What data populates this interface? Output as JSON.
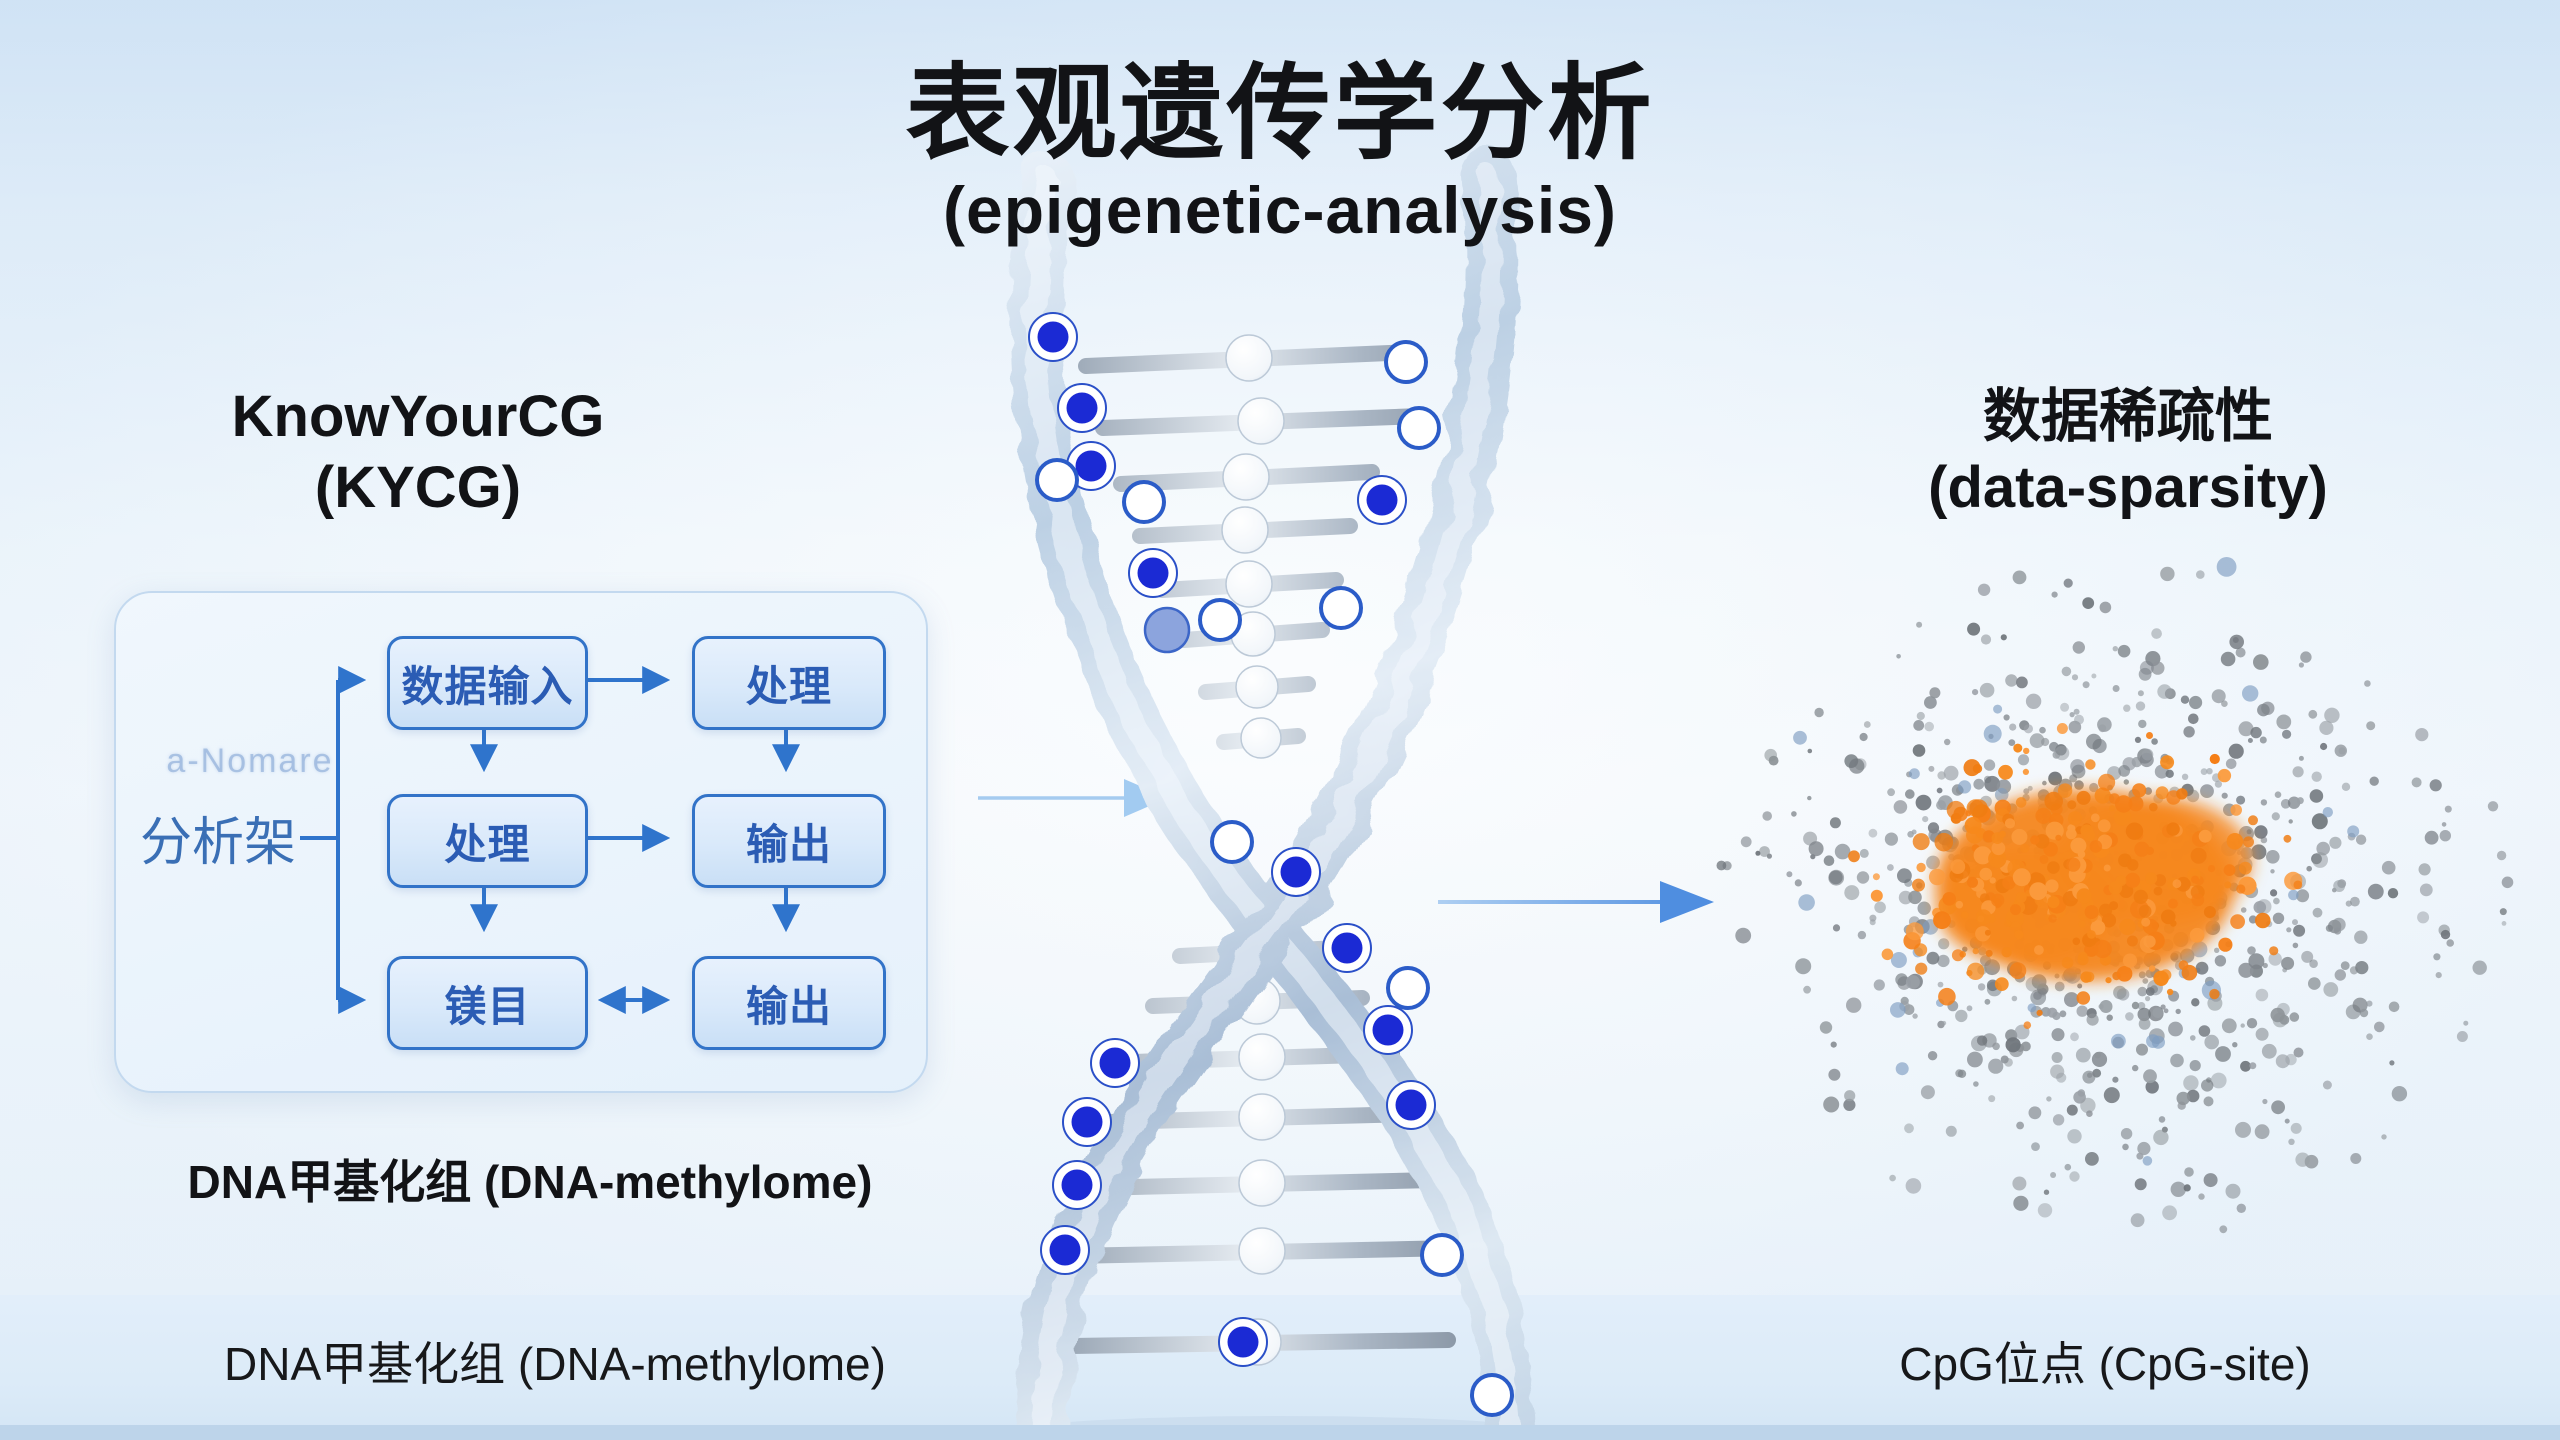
{
  "title": {
    "main": "表观遗传学分析",
    "sub": "(epigenetic-analysis)"
  },
  "left_section": {
    "heading": {
      "line1": "KnowYourCG",
      "line2": "(KYCG)"
    },
    "flowchart": {
      "watermark": "a-Nomare",
      "side_label": "分析架",
      "boxes": [
        {
          "id": "data-input",
          "label": "数据输入"
        },
        {
          "id": "process-top",
          "label": "处理"
        },
        {
          "id": "process-mid",
          "label": "处理"
        },
        {
          "id": "output-mid",
          "label": "输出"
        },
        {
          "id": "project",
          "label": "镁目"
        },
        {
          "id": "output-bottom",
          "label": "输出"
        }
      ]
    },
    "caption": "DNA甲基化组 (DNA-methylome)"
  },
  "center_section": {
    "illustration": "dna-double-helix"
  },
  "right_section": {
    "heading": {
      "line1": "数据稀疏性",
      "line2": "(data-sparsity)"
    }
  },
  "bottom_bar": {
    "left_label": "DNA甲基化组 (DNA-methylome)",
    "right_label": "CpG位点 (CpG-site)"
  },
  "colors": {
    "title_text": "#121316",
    "panel_fill": "#edf4fb",
    "panel_border": "#c3d9ef",
    "box_border": "#3273c8",
    "box_text": "#2b5cb4",
    "flow_arrow": "#2f74cc",
    "connector_light": "#a5cbf0",
    "connector_medium": "#4f8ee0",
    "methyl_dot_blue": "#1b2ad4",
    "scatter_gray_1": "#7e848a",
    "scatter_gray_2": "#8d9398",
    "scatter_gray_3": "#9aa0a6",
    "scatter_gray_4": "#70767c",
    "scatter_blue_gray": "#7e9cc2",
    "scatter_orange_core": "#f6871f",
    "scatter_orange_1": "#f57f17",
    "scatter_orange_2": "#f6891c",
    "scatter_orange_3": "#ef7c12",
    "scatter_orange_4": "#fb9a3c"
  }
}
